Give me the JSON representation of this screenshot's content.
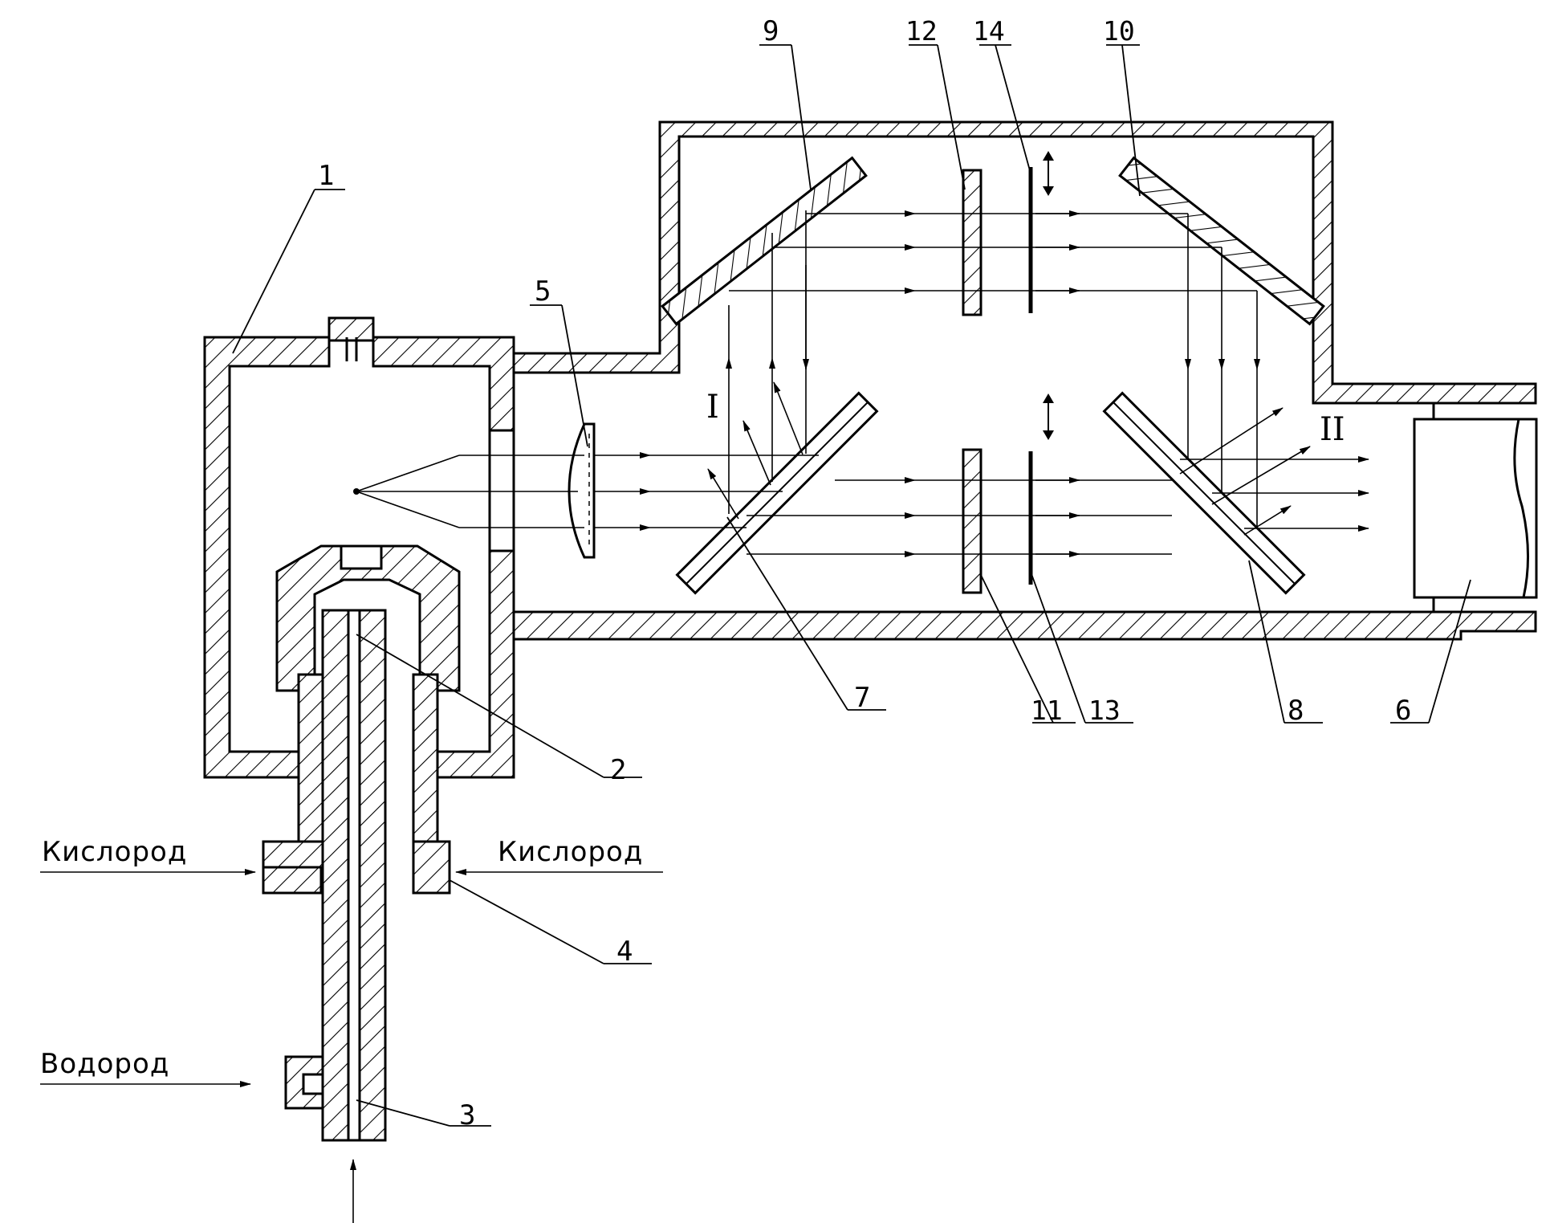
{
  "labels": {
    "n1": "1",
    "n2": "2",
    "n3": "3",
    "n4": "4",
    "n5": "5",
    "n6": "6",
    "n7": "7",
    "n8": "8",
    "n9": "9",
    "n10": "10",
    "n11": "11",
    "n12": "12",
    "n13": "13",
    "n14": "14",
    "beam_I": "I",
    "beam_II": "II"
  },
  "gases": {
    "oxygen_left": "Кислород",
    "oxygen_right": "Кислород",
    "hydrogen": "Водород"
  }
}
